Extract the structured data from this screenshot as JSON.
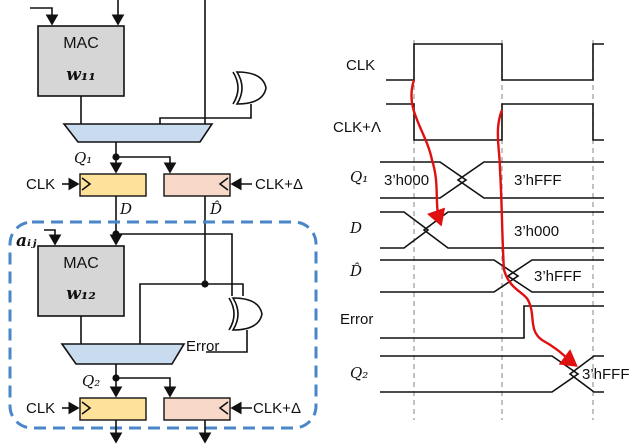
{
  "colors": {
    "mac_fill": "#d6d6d6",
    "mux_fill": "#c9dcef",
    "reg_main_fill": "#ffe29a",
    "reg_shadow_fill": "#f8d8c8",
    "highlight_border": "#4a86c8",
    "arrow": "#e01010"
  },
  "circuit": {
    "mac1": {
      "title": "MAC",
      "weight": "w₁₁"
    },
    "mac2": {
      "title": "MAC",
      "weight": "w₁₂"
    },
    "input_label": "aᵢⱼ",
    "q1_label": "Q₁",
    "q2_label": "Q₂",
    "d_label": "D",
    "dhat_label": "D̂",
    "clk_label": "CLK",
    "clk_delta_label": "CLK+Δ",
    "error_label": "Error"
  },
  "timing": {
    "clk_label": "CLK",
    "clk_lambda_label": "CLK+Λ",
    "q1_label": "Q₁",
    "d_label": "D",
    "dhat_label": "D̂",
    "error_label": "Error",
    "q2_label": "Q₂",
    "q1_before": "3’h000",
    "q1_after": "3’hFFF",
    "d_value": "3’h000",
    "dhat_value": "3’hFFF",
    "q2_value": "3’hFFF"
  }
}
